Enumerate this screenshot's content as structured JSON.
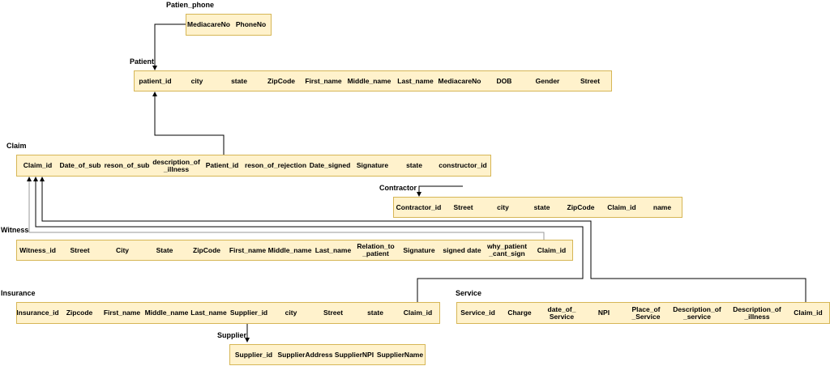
{
  "tables": [
    {
      "id": "patien_phone",
      "label": "Patien_phone",
      "fields": [
        "MediacareNo",
        "PhoneNo"
      ]
    },
    {
      "id": "patient",
      "label": "Patient",
      "fields": [
        "patient_id",
        "city",
        "state",
        "ZipCode",
        "First_name",
        "Middle_name",
        "Last_name",
        "MediacareNo",
        "DOB",
        "Gender",
        "Street"
      ]
    },
    {
      "id": "claim",
      "label": "Claim",
      "fields": [
        "Claim_id",
        "Date_of_sub",
        "reson_of_sub",
        "description_of _illness",
        "Patient_id",
        "reson_of_rejection",
        "Date_signed",
        "Signature",
        "state",
        "constructor_id"
      ]
    },
    {
      "id": "contractor",
      "label": "Contractor",
      "fields": [
        "Contractor_id",
        "Street",
        "city",
        "state",
        "ZipCode",
        "Claim_id",
        "name"
      ]
    },
    {
      "id": "witness",
      "label": "Witness",
      "fields": [
        "Witness_id",
        "Street",
        "City",
        "State",
        "ZipCode",
        "First_name",
        "Middle_name",
        "Last_name",
        "Relation_to _patient",
        "Signature",
        "signed date",
        "why_patient _cant_sign",
        "Claim_id"
      ]
    },
    {
      "id": "insurance",
      "label": "Insurance",
      "fields": [
        "Insurance_id",
        "Zipcode",
        "First_name",
        "Middle_name",
        "Last_name",
        "Supplier_id",
        "city",
        "Street",
        "state",
        "Claim_id"
      ]
    },
    {
      "id": "service",
      "label": "Service",
      "fields": [
        "Service_id",
        "Charge",
        "date_of_ Service",
        "NPI",
        "Place_of _Service",
        "Description_of _service",
        "Description_of _illness",
        "Claim_id"
      ]
    },
    {
      "id": "supplier",
      "label": "Supplier",
      "fields": [
        "Supplier_id",
        "SupplierAddress",
        "SupplierNPI",
        "SupplierName"
      ]
    }
  ]
}
